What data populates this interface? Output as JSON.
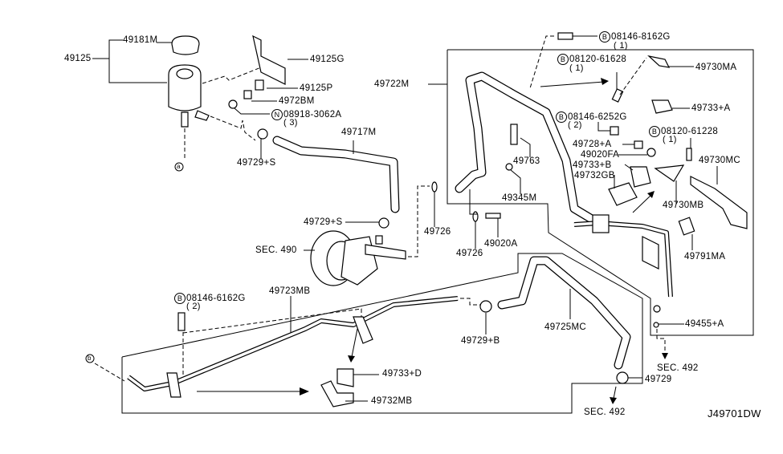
{
  "diagram_id": "J49701DW",
  "labels": {
    "p49181M": "49181M",
    "p49125": "49125",
    "p49125G": "49125G",
    "p49125P": "49125P",
    "p4972BM": "4972BM",
    "p08918": "08918-3062A",
    "q08918": "( 3)",
    "p49717M": "49717M",
    "p49729S1": "49729+S",
    "p49729S2": "49729+S",
    "sec490": "SEC. 490",
    "p49722M": "49722M",
    "p081468162": "08146-8162G",
    "q081468162": "( 1)",
    "p0812061628": "08120-61628",
    "q0812061628": "( 1)",
    "p49730MA": "49730MA",
    "p49733A": "49733+A",
    "p081466252": "08146-6252G",
    "q081466252": "( 2)",
    "p0812061228": "08120-61228",
    "q0812061228": "( 1)",
    "p49728A": "49728+A",
    "p49020FA": "49020FA",
    "p49733B": "49733+B",
    "p49732GB": "49732GB",
    "p49730MC": "49730MC",
    "p49763": "49763",
    "p49345M": "49345M",
    "p49730MB": "49730MB",
    "p49726a": "49726",
    "p49726b": "49726",
    "p49020A": "49020A",
    "p49791MA": "49791MA",
    "p49723MB": "49723MB",
    "p081466162": "08146-6162G",
    "q081466162": "( 2)",
    "p49729B": "49729+B",
    "p49725MC": "49725MC",
    "p49455A": "49455+A",
    "sec492a": "SEC. 492",
    "p49729": "49729",
    "p49733D": "49733+D",
    "p49732MB": "49732MB",
    "sec492b": "SEC. 492"
  },
  "markers": {
    "bolt": "B",
    "nut": "N",
    "ref_a": "a",
    "ref_b": "b"
  }
}
